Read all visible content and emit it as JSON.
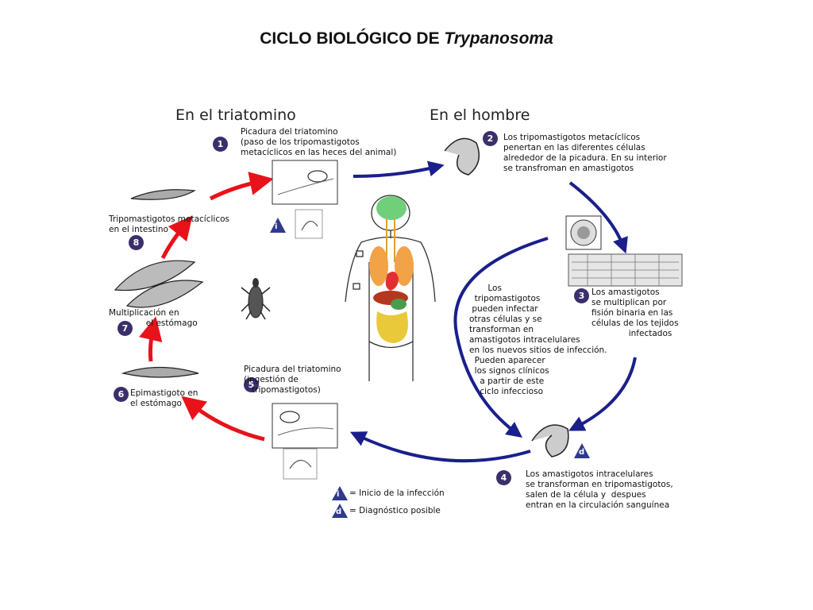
{
  "title": {
    "main": "CICLO BIOLÓGICO DE ",
    "species": "Trypanosoma"
  },
  "sections": {
    "vector": "En el triatomino",
    "human": "En el hombre"
  },
  "steps": {
    "s1": {
      "num": "1",
      "text": "Picadura del triatomino\n(paso de los tripomastigotos\nmetacíclicos en las heces del animal)"
    },
    "s2": {
      "num": "2",
      "text": "Los tripomastigotos metacíclicos\npenertan en las diferentes células\nalrededor de la picadura. En su interior\nse transfroman en amastigotos"
    },
    "s3": {
      "num": "3",
      "text": "Los amastigotos\nse multiplican por\nfisión binaria en las\ncélulas de los tejidos\n              infectados"
    },
    "s4": {
      "num": "4",
      "text": "Los amastigotos intracelulares\nse transforman en tripomastigotos,\nsalen de la célula y  despues\nentran en la circulación sanguínea"
    },
    "s5": {
      "num": "5",
      "text": "Picadura del triatomino\n(ingestión de\n   tripomastigotos)"
    },
    "s6": {
      "num": "6",
      "text": "Epimastigoto en\nel estómago"
    },
    "s7": {
      "num": "7",
      "text": "Multiplicación en\n              el estómago"
    },
    "s8": {
      "num": "8",
      "text": "Tripomastigotos metacíclicos\nen el intestino"
    }
  },
  "center_note": "       Los\n  tripomastigotos\n pueden infectar\notras células y se\ntransforman en\namastigotos intracelulares\nen los nuevos sitios de infección.\n  Pueden aparecer\n  los signos clínicos\n    a partir de este\n    ciclo infeccioso",
  "markers": {
    "i": "i",
    "d": "d"
  },
  "legend": [
    {
      "marker": "i",
      "text": "= Inicio de la infección"
    },
    {
      "marker": "d",
      "text": "= Diagnóstico posible"
    }
  ],
  "colors": {
    "red_arrow": "#e8121a",
    "blue_arrow": "#1a1f8c",
    "badge": "#3b2f6b",
    "marker": "#2e3a8c"
  }
}
